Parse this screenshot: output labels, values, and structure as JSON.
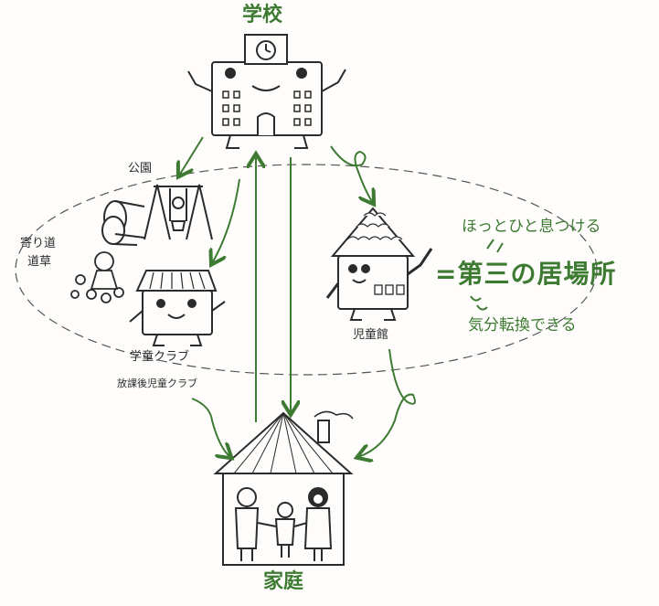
{
  "labels": {
    "school": "学校",
    "park": "公園",
    "detour_1": "寄り道",
    "detour_2": "道草",
    "club_1": "学童クラブ",
    "club_2": "放課後児童クラブ",
    "childrens_hall": "児童館",
    "home": "家庭",
    "relax": "ほっとひと息つける",
    "third_place": "=第三の居場所",
    "refresh": "気分転換できる"
  },
  "colors": {
    "line": "#2b2b2b",
    "green": "#3d7a32",
    "paper": "#fefdfb"
  }
}
